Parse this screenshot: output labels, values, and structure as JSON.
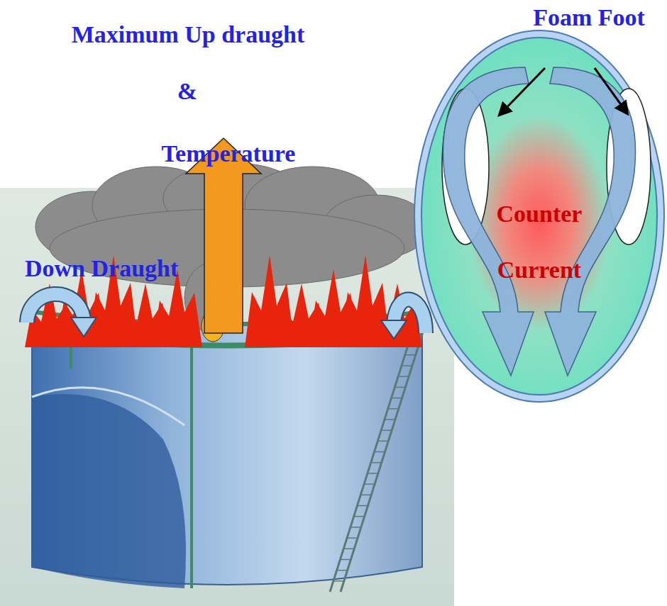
{
  "diagram": {
    "nodes": [
      {
        "text": [
          "Foam Foot",
          "Counter Current"
        ]
      }
    ],
    "labels": [
      "Maximum Up draught",
      "&",
      "Temperature",
      "Down Draught"
    ]
  }
}
